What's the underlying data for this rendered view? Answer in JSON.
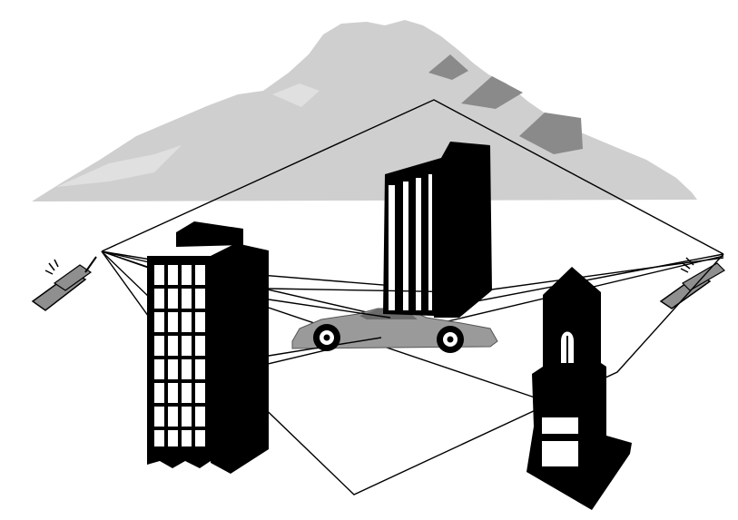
{
  "figure": {
    "labels": [],
    "elements": [
      "mountain-range",
      "transmitter-phone-left",
      "receiver-phone-right",
      "office-tower-grid-windows",
      "tall-tower-vertical-stripes",
      "sports-car",
      "steeple-tower"
    ]
  },
  "colors": {
    "ink": "#000000",
    "mountain": "#cfcfcf",
    "mountain_rock": "#8a8a8a",
    "car_body": "#9a9a9a",
    "window": "#ffffff",
    "background": "#ffffff"
  }
}
